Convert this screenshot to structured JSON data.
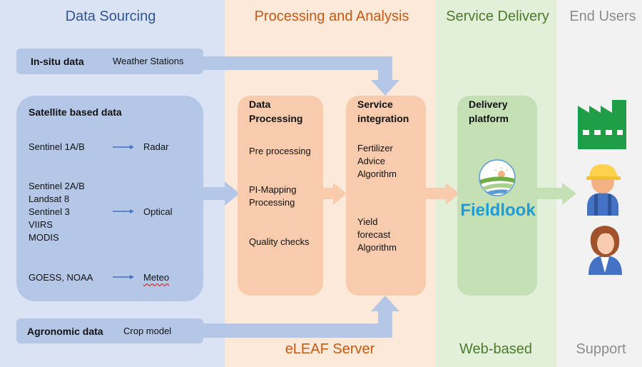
{
  "columns": {
    "sourcing": {
      "title": "Data Sourcing",
      "color": "#2f5597",
      "bg": "#dae3f3"
    },
    "processing": {
      "title": "Processing and Analysis",
      "footer": "eLEAF Server",
      "color": "#c55a11",
      "bg": "#fde9d9"
    },
    "delivery": {
      "title": "Service Delivery",
      "footer": "Web-based",
      "color": "#4e7a2c",
      "bg": "#e2efd9"
    },
    "users": {
      "title": "End Users",
      "footer": "Support",
      "color": "#8c8c8c",
      "bg": "#f2f2f2"
    }
  },
  "insitu": {
    "label": "In-situ data",
    "source": "Weather Stations"
  },
  "satellite": {
    "title": "Satellite  based data",
    "rows": [
      {
        "sources": "Sentinel 1A/B",
        "type": "Radar"
      },
      {
        "sources": "Sentinel 2A/B\nLandsat 8\nSentinel 3\nVIIRS\nMODIS",
        "type": "Optical"
      },
      {
        "sources": "GOESS, NOAA",
        "type": "Meteo"
      }
    ]
  },
  "agronomic": {
    "label": "Agronomic data",
    "source": "Crop model"
  },
  "data_processing": {
    "title": "Data\nProcessing",
    "steps": [
      "Pre processing",
      "PI-Mapping\nProcessing",
      "Quality checks"
    ]
  },
  "service_integration": {
    "title": "Service\nintegration",
    "items": [
      "Fertilizer\nAdvice\nAlgorithm",
      "Yield\nforecast\nAlgorithm"
    ]
  },
  "delivery_platform": {
    "title": "Delivery\nplatform",
    "logo_text": "Fieldlook"
  },
  "end_users": {
    "icons": [
      "factory-icon",
      "worker-icon",
      "woman-icon"
    ]
  },
  "colors": {
    "arrow_blue": "#b4c7e7",
    "arrow_orange": "#f8cbad",
    "arrow_green": "#c5e0b4",
    "box_blue": "#b4c7e7",
    "box_orange": "#f8cbad",
    "box_green": "#c5e0b4",
    "factory_green": "#1f9e47"
  }
}
